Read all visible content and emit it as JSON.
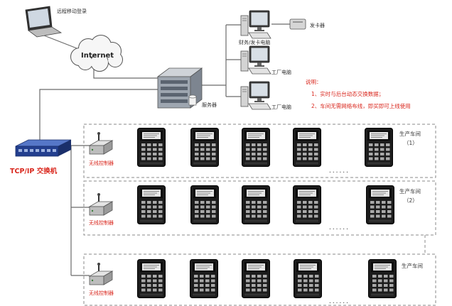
{
  "remote_login": {
    "label": "远程移动登录"
  },
  "internet": {
    "label": "Internet"
  },
  "server": {
    "label": "服务器"
  },
  "computers": [
    {
      "label": "财务/发卡电脑"
    },
    {
      "label": "工厂电脑"
    },
    {
      "label": "工厂电脑"
    }
  ],
  "card_issuer": {
    "label": "发卡器"
  },
  "notes": {
    "heading": "说明：",
    "items": [
      "1、实时与后台动态交换数据；",
      "2、车间无需网络布线，即买即可上线使用"
    ]
  },
  "network_switch": {
    "label": "TCP/IP 交换机"
  },
  "wireless_controllers": [
    {
      "label": "无线控制器"
    },
    {
      "label": "无线控制器"
    },
    {
      "label": "无线控制器"
    }
  ],
  "workshops": [
    {
      "name": "生产车间",
      "number": "（1）"
    },
    {
      "name": "生产车间",
      "number": "（2）"
    },
    {
      "name": "生产车间"
    }
  ],
  "more_terminals_indicator": "......",
  "colors": {
    "annotation_red": "#d9261c",
    "switch_blue": "#2b4a9e",
    "terminal_black": "#1c1c1c"
  }
}
